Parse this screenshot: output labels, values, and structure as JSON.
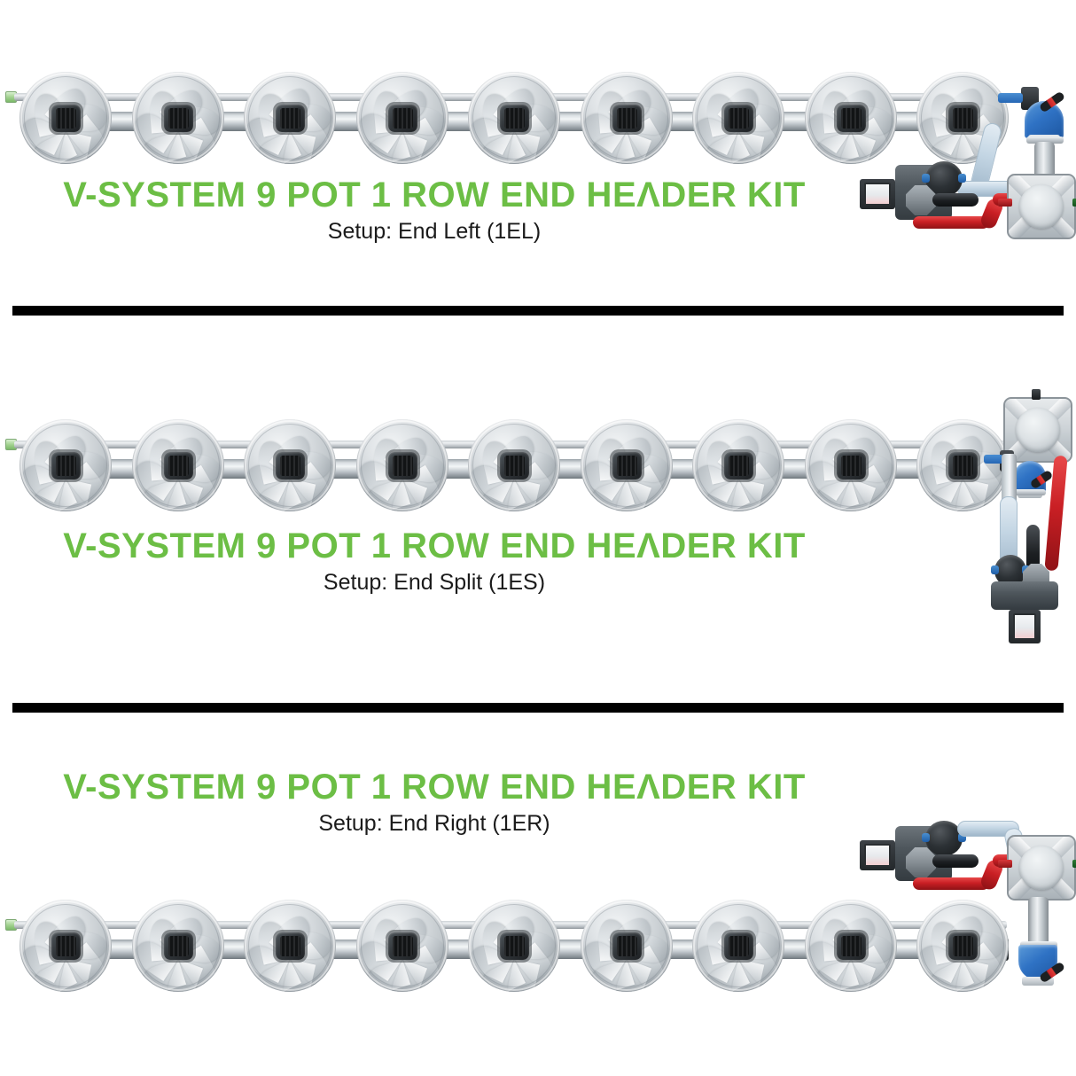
{
  "document": {
    "product_name": "V-SYSTEM 9 POT 1 ROW END HEADER KIT",
    "pot_count": 9,
    "row_count": 1
  },
  "colors": {
    "title_green": "#6cbe45",
    "subtitle_black": "#1b1b1b",
    "divider_black": "#000000",
    "pipe_silver": "#c3c9ce",
    "hose_blue": "#c4d6e4",
    "hose_red": "#c91f24",
    "elbow_blue": "#2f72c4",
    "reservoir_gray": "#cdd3d7",
    "end_cap_green": "#9fd08c"
  },
  "panels": [
    {
      "id": "1EL",
      "title": "V-SYSTEM 9 POT 1 ROW END HEADER KIT",
      "setup_label": "Setup: End Left (1EL)",
      "setup_name": "End Left",
      "setup_code": "1EL",
      "pot_count": 9,
      "header_position": "right",
      "header_layout": "horizontal",
      "title_position": "below-row"
    },
    {
      "id": "1ES",
      "title": "V-SYSTEM 9 POT 1 ROW END HEADER KIT",
      "setup_label": "Setup: End Split (1ES)",
      "setup_name": "End Split",
      "setup_code": "1ES",
      "pot_count": 9,
      "header_position": "right",
      "header_layout": "vertical",
      "title_position": "below-row"
    },
    {
      "id": "1ER",
      "title": "V-SYSTEM 9 POT 1 ROW END HEADER KIT",
      "setup_label": "Setup: End Right (1ER)",
      "setup_name": "End Right",
      "setup_code": "1ER",
      "pot_count": 9,
      "header_position": "right",
      "header_layout": "horizontal",
      "title_position": "above-row"
    }
  ],
  "components": {
    "pot": "pot-disc-icon",
    "hub": "pot-hub-icon",
    "pipe_upper": "feed-pipe",
    "pipe_lower": "drain-pipe",
    "fitting": "pipe-fitting-icon",
    "end_cap": "pipe-end-cap-icon",
    "pump": "pump-icon",
    "valve": "valve-icon",
    "filter": "filter-unit-icon",
    "reservoir": "reservoir-tank-icon",
    "elbow": "elbow-connector-icon",
    "hose_supply": "supply-hose",
    "hose_return": "return-hose"
  }
}
